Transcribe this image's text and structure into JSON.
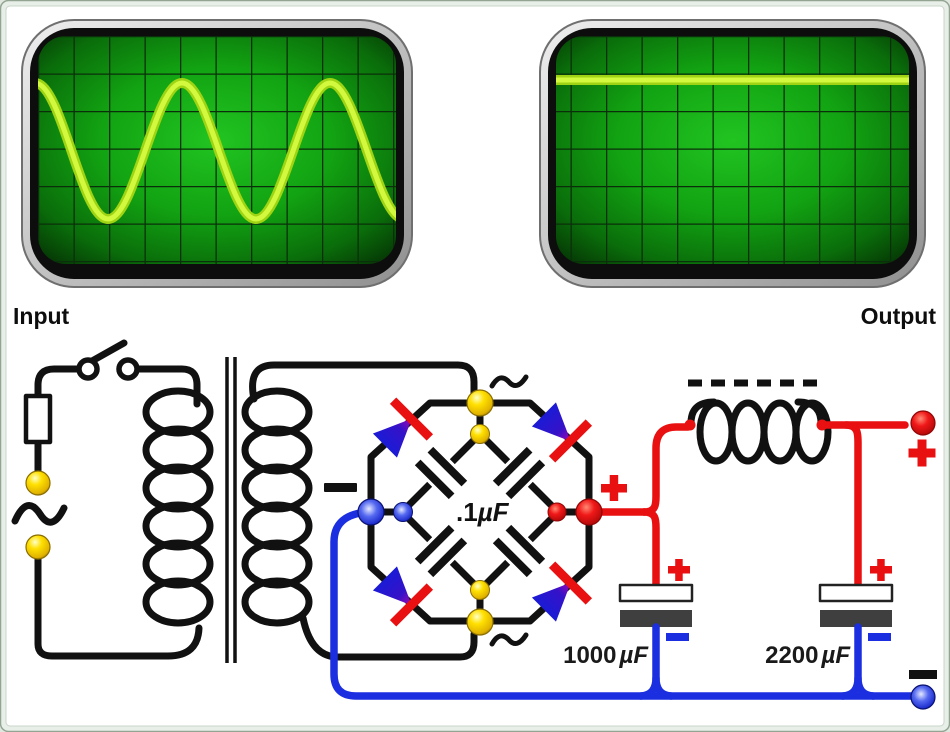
{
  "diagram": {
    "kind": "linear-power-supply-schematic",
    "input_label": "Input",
    "output_label": "Output"
  },
  "scopes": {
    "input": {
      "waveform": "sine",
      "cycles_visible": 2.5,
      "trace_color": "#bdf21f"
    },
    "output": {
      "waveform": "flat-dc",
      "trace_color": "#bdf21f"
    }
  },
  "components": {
    "bridge_capacitor": {
      "value": ".1",
      "unit": "µF"
    },
    "filter_cap_1": {
      "value": "1000",
      "unit": "µF"
    },
    "filter_cap_2": {
      "value": "2200",
      "unit": "µF"
    },
    "diode_count": 4,
    "transformer": "dual-coil-with-core",
    "inductor": "iron-core-choke"
  },
  "symbols": {
    "plus": "+",
    "minus": "−",
    "ac_wave": "~"
  },
  "colors": {
    "wire_black": "#111111",
    "positive_red": "#e81010",
    "negative_blue": "#1b2fe0",
    "terminal_yellow": "#ffd900",
    "diode_blue": "#1b1bd6",
    "screen_green": "#12a312",
    "trace_green": "#bdf21f",
    "bezel_gray": "#bfbfbf",
    "frame_sage": "#e8efe8"
  }
}
